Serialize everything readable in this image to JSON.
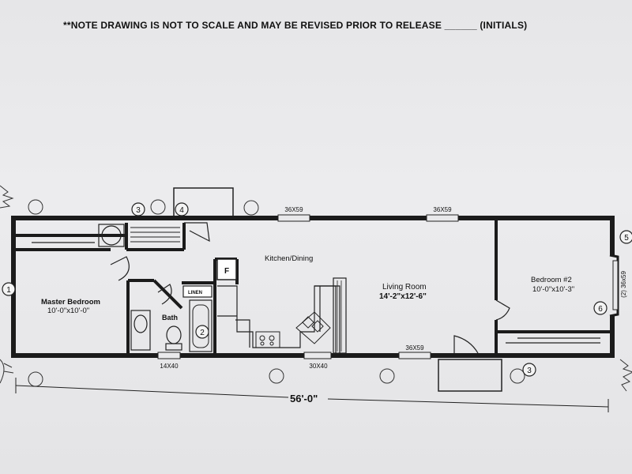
{
  "note": "**NOTE DRAWING IS NOT TO SCALE AND MAY BE REVISED PRIOR TO RELEASE ______ (INITIALS)",
  "rooms": {
    "kitchen": "Kitchen/Dining",
    "living": "Living Room",
    "living_dim": "14'-2\"x12'-6\"",
    "master": "Master Bedroom",
    "master_dim": "10'-0\"x10'-0\"",
    "bed2": "Bedroom #2",
    "bed2_dim": "10'-0\"x10'-3\"",
    "bath": "Bath",
    "linen": "LINEN",
    "fridge": "F"
  },
  "windows": {
    "top_left": "36X59",
    "top_right": "36X59",
    "bottom_living": "36X59",
    "bottom_bath": "14X40",
    "bottom_kitchen": "30X40",
    "right_side": "(2) 36x59"
  },
  "callouts": [
    "1",
    "2",
    "3",
    "4",
    "5",
    "6",
    "3"
  ],
  "overall_length": "56'-0\""
}
